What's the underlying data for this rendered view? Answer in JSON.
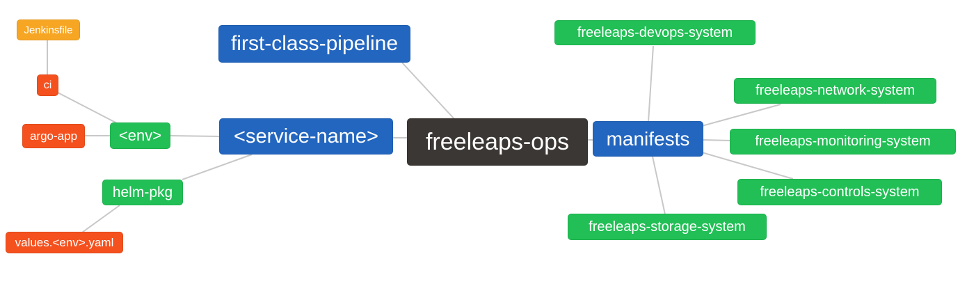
{
  "diagram": {
    "title": "freeleaps-ops repository structure mind map",
    "background": "#ffffff",
    "edge_color": "#c8c8c8",
    "colors": {
      "root": "#3b3734",
      "branch": "#2366bf",
      "leaf": "#21bf55",
      "detail": "#f4511e",
      "sub_detail": "#f6a623"
    },
    "nodes": {
      "freeleaps_ops": {
        "label": "freeleaps-ops",
        "level": "root"
      },
      "first_class_pipeline": {
        "label": "first-class-pipeline",
        "level": "branch"
      },
      "service_name": {
        "label": "<service-name>",
        "level": "branch"
      },
      "manifests": {
        "label": "manifests",
        "level": "branch"
      },
      "env": {
        "label": "<env>",
        "level": "leaf"
      },
      "helm_pkg": {
        "label": "helm-pkg",
        "level": "leaf"
      },
      "ci": {
        "label": "ci",
        "level": "detail"
      },
      "argo_app": {
        "label": "argo-app",
        "level": "detail"
      },
      "values_env_yaml": {
        "label": "values.<env>.yaml",
        "level": "detail"
      },
      "jenkinsfile": {
        "label": "Jenkinsfile",
        "level": "sub_detail"
      },
      "devops_system": {
        "label": "freeleaps-devops-system",
        "level": "leaf"
      },
      "network_system": {
        "label": "freeleaps-network-system",
        "level": "leaf"
      },
      "monitoring_system": {
        "label": "freeleaps-monitoring-system",
        "level": "leaf"
      },
      "controls_system": {
        "label": "freeleaps-controls-system",
        "level": "leaf"
      },
      "storage_system": {
        "label": "freeleaps-storage-system",
        "level": "leaf"
      }
    },
    "edges": [
      {
        "from": "freeleaps-ops",
        "to": "first-class-pipeline"
      },
      {
        "from": "freeleaps-ops",
        "to": "<service-name>"
      },
      {
        "from": "freeleaps-ops",
        "to": "manifests"
      },
      {
        "from": "<service-name>",
        "to": "<env>"
      },
      {
        "from": "<service-name>",
        "to": "helm-pkg"
      },
      {
        "from": "<env>",
        "to": "ci"
      },
      {
        "from": "<env>",
        "to": "argo-app"
      },
      {
        "from": "ci",
        "to": "Jenkinsfile"
      },
      {
        "from": "helm-pkg",
        "to": "values.<env>.yaml"
      },
      {
        "from": "manifests",
        "to": "freeleaps-devops-system"
      },
      {
        "from": "manifests",
        "to": "freeleaps-network-system"
      },
      {
        "from": "manifests",
        "to": "freeleaps-monitoring-system"
      },
      {
        "from": "manifests",
        "to": "freeleaps-controls-system"
      },
      {
        "from": "manifests",
        "to": "freeleaps-storage-system"
      }
    ]
  }
}
